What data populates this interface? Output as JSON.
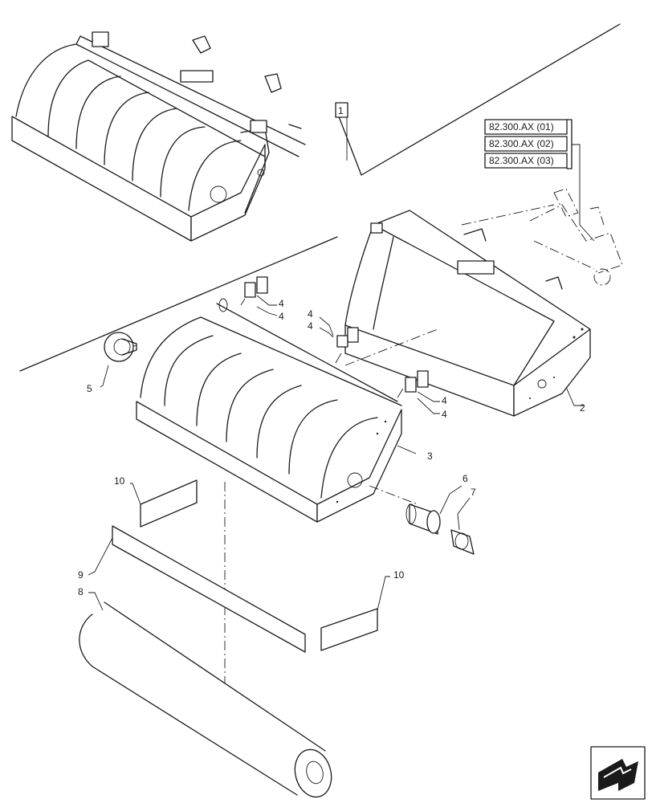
{
  "diagram": {
    "callouts": [
      {
        "id": "callout-1",
        "text": "1"
      },
      {
        "id": "callout-2",
        "text": "2"
      },
      {
        "id": "callout-3",
        "text": "3"
      },
      {
        "id": "callout-4a",
        "text": "4"
      },
      {
        "id": "callout-4b",
        "text": "4"
      },
      {
        "id": "callout-4c",
        "text": "4"
      },
      {
        "id": "callout-4d",
        "text": "4"
      },
      {
        "id": "callout-4e",
        "text": "4"
      },
      {
        "id": "callout-4f",
        "text": "4"
      },
      {
        "id": "callout-5",
        "text": "5"
      },
      {
        "id": "callout-6",
        "text": "6"
      },
      {
        "id": "callout-7",
        "text": "7"
      },
      {
        "id": "callout-8",
        "text": "8"
      },
      {
        "id": "callout-9",
        "text": "9"
      },
      {
        "id": "callout-10a",
        "text": "10"
      },
      {
        "id": "callout-10b",
        "text": "10"
      }
    ],
    "references": [
      "82.300.AX (01)",
      "82.300.AX (02)",
      "82.300.AX (03)"
    ],
    "nav_icon": "return-arrow-icon"
  }
}
